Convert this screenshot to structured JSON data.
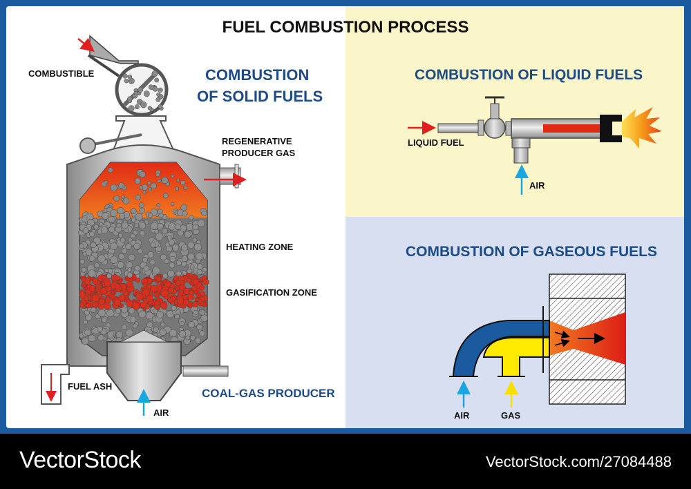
{
  "title": "FUEL COMBUSTION PROCESS",
  "solid": {
    "title_line1": "COMBUSTION",
    "title_line2": "OF SOLID FUELS",
    "labels": {
      "combustible": "COMBUSTIBLE",
      "regen_line1": "REGENERATIVE",
      "regen_line2": "PRODUCER GAS",
      "heating_zone": "HEATING ZONE",
      "gasification_zone": "GASIFICATION ZONE",
      "fuel_ash": "FUEL ASH",
      "air": "AIR",
      "coal_gas_producer": "COAL-GAS PRODUCER"
    }
  },
  "liquid": {
    "title": "COMBUSTION OF LIQUID FUELS",
    "labels": {
      "liquid_fuel": "LIQUID FUEL",
      "air": "AIR"
    }
  },
  "gaseous": {
    "title": "COMBUSTION OF GASEOUS FUELS",
    "labels": {
      "air": "AIR",
      "gas": "GAS"
    }
  },
  "footer": {
    "brand": "VectorStock",
    "url": "VectorStock.com/27084488"
  },
  "colors": {
    "frame": "#1b5a9e",
    "title_blue": "#1c4b86",
    "air_arrow": "#1aa6e0",
    "gas_arrow": "#f5e000",
    "flow_arrow": "#e02020"
  }
}
